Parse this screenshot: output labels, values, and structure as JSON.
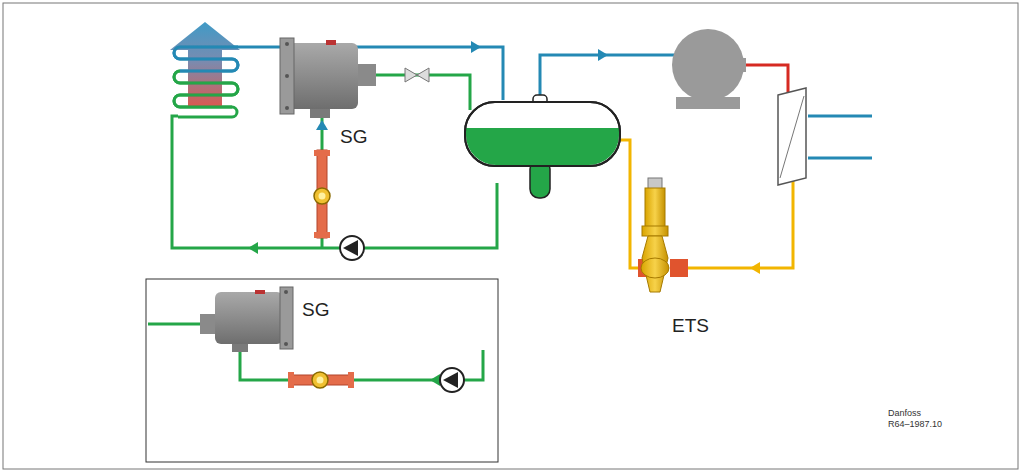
{
  "diagram": {
    "labels": [
      "SG",
      "ETS",
      "SG",
      "Danfoss",
      "R64–1987.10"
    ]
  }
}
